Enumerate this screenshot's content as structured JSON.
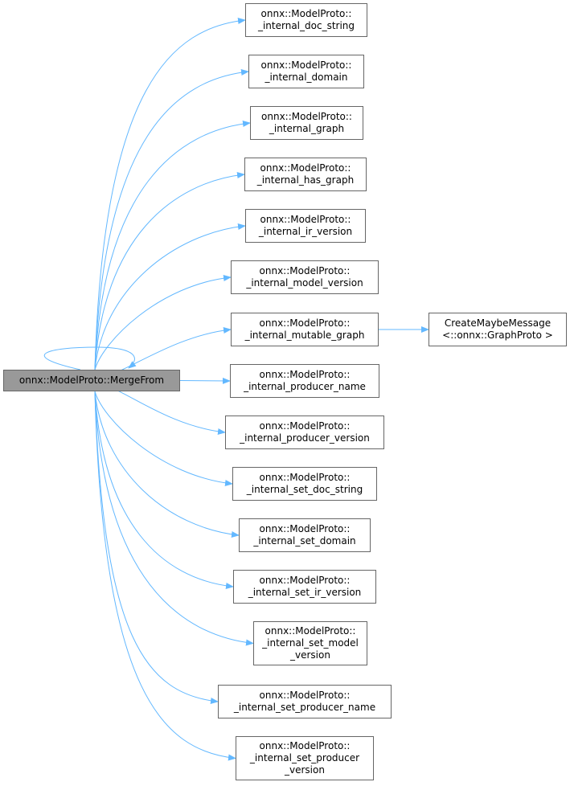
{
  "root": {
    "id": "root",
    "lines": [
      "onnx::ModelProto::MergeFrom"
    ]
  },
  "callees": [
    {
      "id": "n1",
      "lines": [
        "onnx::ModelProto::",
        "_internal_doc_string"
      ]
    },
    {
      "id": "n2",
      "lines": [
        "onnx::ModelProto::",
        "_internal_domain"
      ]
    },
    {
      "id": "n3",
      "lines": [
        "onnx::ModelProto::",
        "_internal_graph"
      ]
    },
    {
      "id": "n4",
      "lines": [
        "onnx::ModelProto::",
        "_internal_has_graph"
      ]
    },
    {
      "id": "n5",
      "lines": [
        "onnx::ModelProto::",
        "_internal_ir_version"
      ]
    },
    {
      "id": "n6",
      "lines": [
        "onnx::ModelProto::",
        "_internal_model_version"
      ]
    },
    {
      "id": "n7",
      "lines": [
        "onnx::ModelProto::",
        "_internal_mutable_graph"
      ]
    },
    {
      "id": "n8",
      "lines": [
        "onnx::ModelProto::",
        "_internal_producer_name"
      ]
    },
    {
      "id": "n9",
      "lines": [
        "onnx::ModelProto::",
        "_internal_producer_version"
      ]
    },
    {
      "id": "n10",
      "lines": [
        "onnx::ModelProto::",
        "_internal_set_doc_string"
      ]
    },
    {
      "id": "n11",
      "lines": [
        "onnx::ModelProto::",
        "_internal_set_domain"
      ]
    },
    {
      "id": "n12",
      "lines": [
        "onnx::ModelProto::",
        "_internal_set_ir_version"
      ]
    },
    {
      "id": "n13",
      "lines": [
        "onnx::ModelProto::",
        "_internal_set_model",
        "_version"
      ]
    },
    {
      "id": "n14",
      "lines": [
        "onnx::ModelProto::",
        "_internal_set_producer_name"
      ]
    },
    {
      "id": "n15",
      "lines": [
        "onnx::ModelProto::",
        "_internal_set_producer",
        "_version"
      ]
    }
  ],
  "secondary": [
    {
      "id": "n16",
      "lines": [
        "CreateMaybeMessage",
        "<::onnx::GraphProto >"
      ],
      "from": "n7"
    }
  ],
  "self_call": true,
  "colors": {
    "edge": "#63b8ff",
    "border": "#666666",
    "root_fill": "#999999"
  }
}
